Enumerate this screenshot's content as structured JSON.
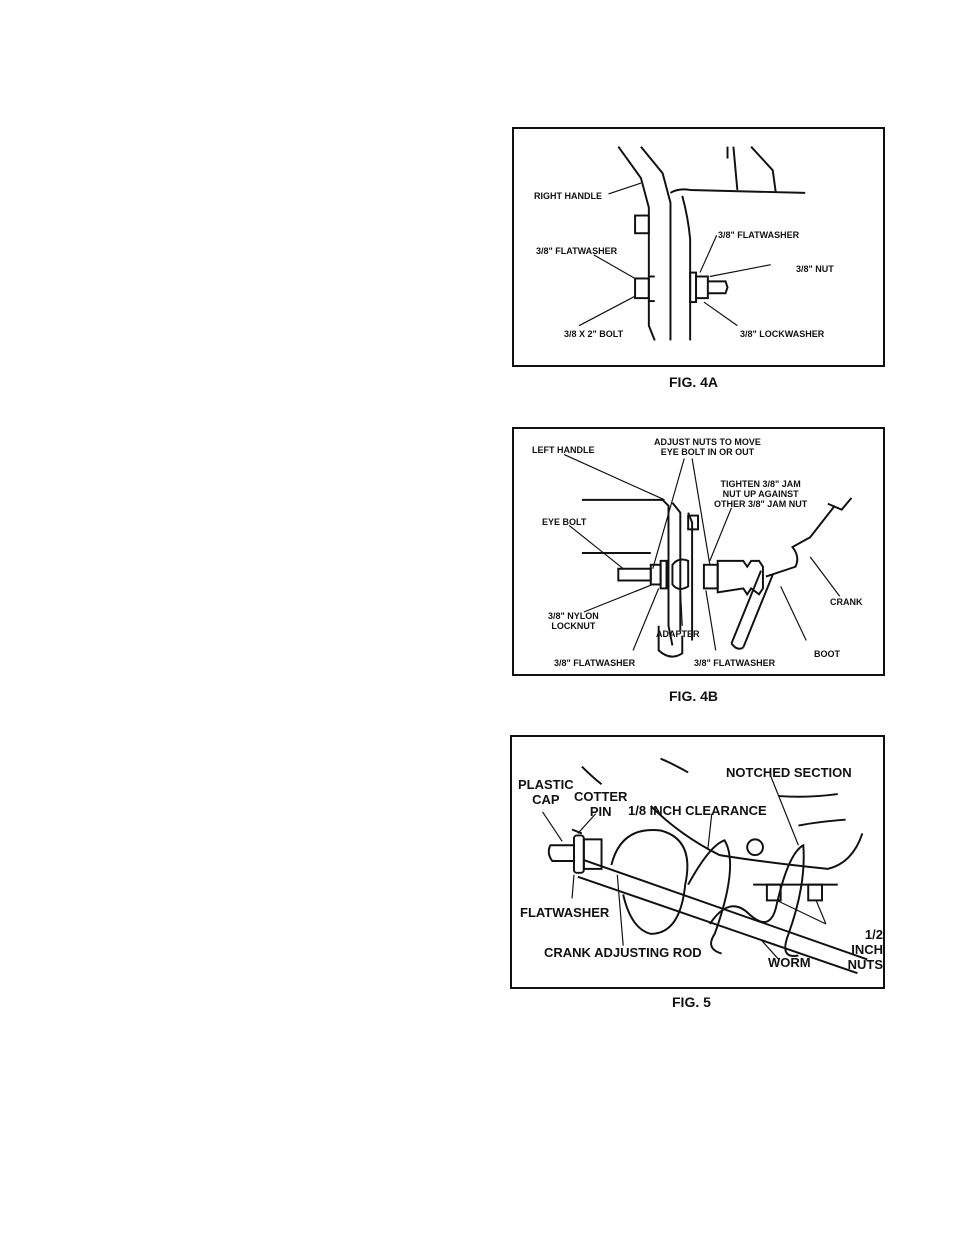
{
  "fig4a": {
    "caption": "FIG. 4A",
    "labels": {
      "right_handle": "RIGHT HANDLE",
      "flatwasher_left": "3/8\" FLATWASHER",
      "bolt": "3/8 X 2\" BOLT",
      "flatwasher_right": "3/8\" FLATWASHER",
      "nut": "3/8\" NUT",
      "lockwasher": "3/8\" LOCKWASHER"
    }
  },
  "fig4b": {
    "caption": "FIG. 4B",
    "labels": {
      "left_handle": "LEFT HANDLE",
      "adjust_nuts": "ADJUST NUTS TO MOVE\nEYE BOLT IN OR OUT",
      "tighten": "TIGHTEN 3/8\" JAM\nNUT UP AGAINST\nOTHER 3/8\" JAM NUT",
      "eye_bolt": "EYE BOLT",
      "nylon_locknut": "3/8\" NYLON\nLOCKNUT",
      "adapter": "ADAPTER",
      "crank": "CRANK",
      "boot": "BOOT",
      "flatwasher_left": "3/8\" FLATWASHER",
      "flatwasher_right": "3/8\" FLATWASHER"
    }
  },
  "fig5": {
    "caption": "FIG. 5",
    "labels": {
      "plastic_cap": "PLASTIC\nCAP",
      "cotter_pin": "COTTER\nPIN",
      "clearance": "1/8 INCH CLEARANCE",
      "notched_section": "NOTCHED SECTION",
      "flatwasher": "FLATWASHER",
      "crank_rod": "CRANK ADJUSTING ROD",
      "worm": "WORM",
      "half_inch_nuts": "1/2 INCH\nNUTS"
    }
  }
}
